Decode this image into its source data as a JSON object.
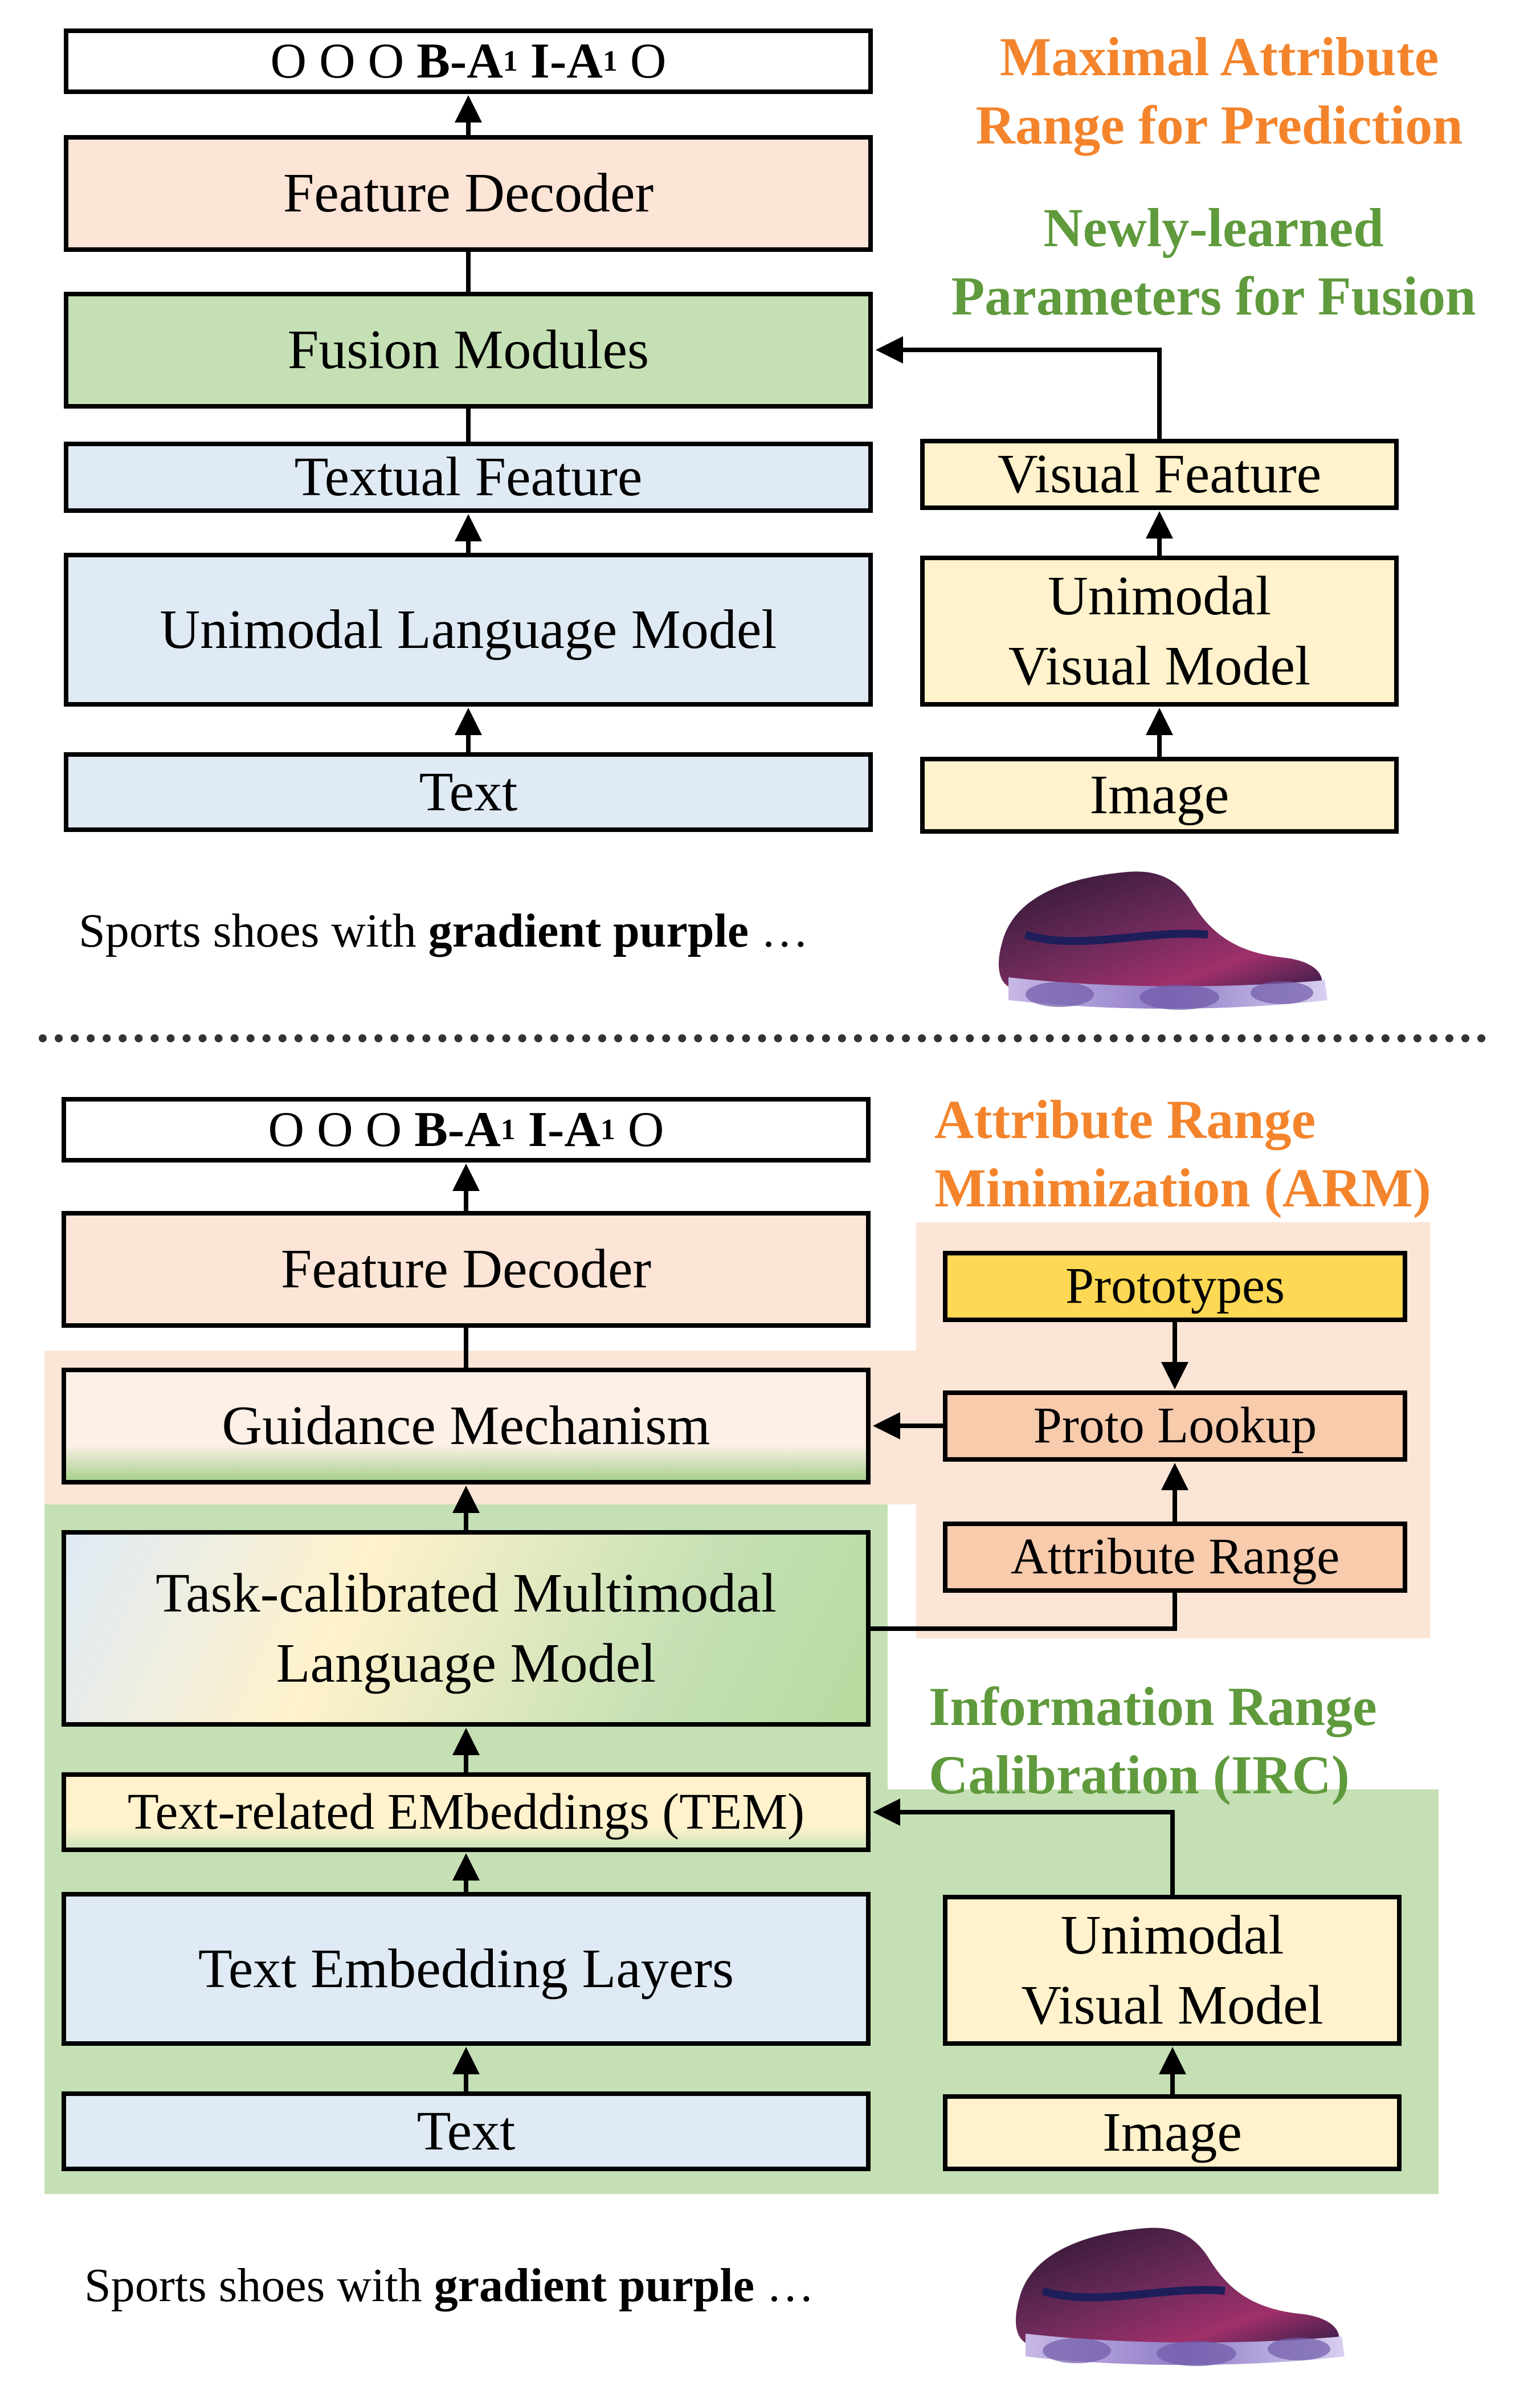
{
  "top": {
    "output_tags": {
      "prefix": "O O O ",
      "b_tag": "B-A",
      "b_sub": "1",
      "i_tag": "I-A",
      "i_sub": "1",
      "suffix": " O"
    },
    "feature_decoder": "Feature Decoder",
    "fusion_modules": "Fusion Modules",
    "textual_feature": "Textual Feature",
    "language_model": "Unimodal Language Model",
    "text": "Text",
    "visual_feature": "Visual Feature",
    "visual_model": "Unimodal\nVisual Model",
    "image": "Image",
    "caption": {
      "plain": "Sports shoes with ",
      "bold": "gradient purple",
      "tail": " …"
    },
    "label_max_range": "Maximal Attribute\nRange for Prediction",
    "label_new_params": "Newly-learned\nParameters for Fusion"
  },
  "bottom": {
    "output_tags": {
      "prefix": "O O O ",
      "b_tag": "B-A",
      "b_sub": "1",
      "i_tag": "I-A",
      "i_sub": "1",
      "suffix": " O"
    },
    "feature_decoder": "Feature Decoder",
    "guidance": "Guidance Mechanism",
    "task_model": "Task-calibrated Multimodal\nLanguage Model",
    "tem": "Text-related EMbeddings (TEM)",
    "text_embedding": "Text Embedding Layers",
    "text": "Text",
    "prototypes": "Prototypes",
    "proto_lookup": "Proto Lookup",
    "attribute_range": "Attribute Range",
    "visual_model": "Unimodal\nVisual Model",
    "image": "Image",
    "caption": {
      "plain": "Sports shoes with ",
      "bold": "gradient purple",
      "tail": " …"
    },
    "label_arm": "Attribute Range\nMinimization (ARM)",
    "label_irc": "Information Range\nCalibration (IRC)"
  },
  "colors": {
    "orange_label": "#f4842c",
    "green_label": "#5f9a3c",
    "decoder_fill": "#fce4d6",
    "fusion_fill": "#c5e0b4",
    "text_fill": "#dfeaf5",
    "visual_fill": "#fff2cc",
    "prototype_fill": "#fcd855",
    "lookup_fill": "#f8cbad"
  },
  "icons": {
    "shoe": "sneaker-image"
  }
}
